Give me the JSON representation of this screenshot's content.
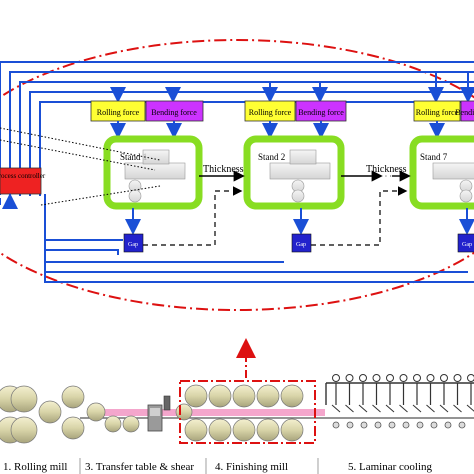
{
  "control_loop": {
    "process_controller": "Process controller",
    "stands": [
      {
        "name": "Stand 1",
        "rolling_force": "Rolling force",
        "bending_force": "Bending force",
        "gap": "Gap"
      },
      {
        "name": "Stand 2",
        "rolling_force": "Rolling force",
        "bending_force": "Bending force",
        "gap": "Gap"
      },
      {
        "name": "Stand 7",
        "rolling_force": "Rolling force",
        "bending_force": "Bending force",
        "gap": "Gap"
      }
    ],
    "thickness_labels": [
      "Thickness",
      "Thickness"
    ],
    "ellipsis": "· · ·"
  },
  "production_line": {
    "sections": [
      "1. Rolling mill",
      "3. Transfer table & shear",
      "4. Finishing mill",
      "5. Laminar cooling"
    ]
  },
  "colors": {
    "rolling_force_box": "#ffff33",
    "bending_force_box": "#cc33ff",
    "stand_frame": "#88dd22",
    "controller_box": "#ee2222",
    "gap_box": "#2222cc",
    "signal_line": "#1a4fd6",
    "highlight_dashdot": "#dd1111",
    "strip": "#f4a6cc"
  }
}
